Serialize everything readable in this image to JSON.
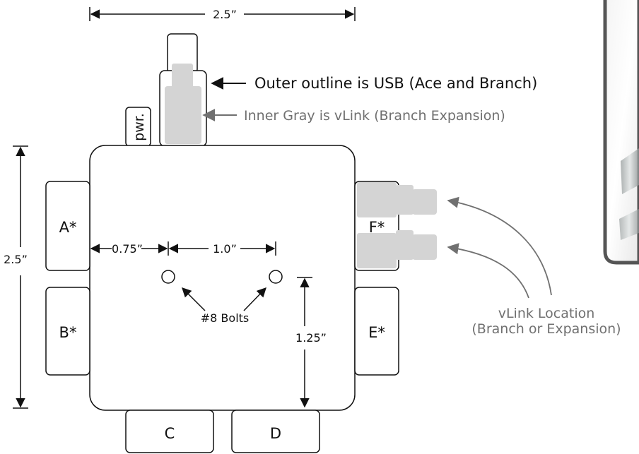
{
  "dimensions": {
    "top_width": "2.5”",
    "left_height": "2.5”",
    "left_to_bolt": "0.75”",
    "bolt_spacing": "1.0”",
    "bolt_to_bottom": "1.25”"
  },
  "ports": {
    "a": "A*",
    "b": "B*",
    "c": "C",
    "d": "D",
    "e": "E*",
    "f": "F*",
    "power": "pwr."
  },
  "annotations": {
    "outer_outline": "Outer outline is USB (Ace and Branch)",
    "inner_gray": "Inner Gray is vLink (Branch Expansion)",
    "bolts": "#8 Bolts",
    "vlink_line1": "vLink Location",
    "vlink_line2": "(Branch or Expansion)"
  },
  "colors": {
    "outline": "#111111",
    "gray_fill": "#d4d4d4",
    "gray_text": "#707070",
    "photo_frame": "#555555"
  }
}
